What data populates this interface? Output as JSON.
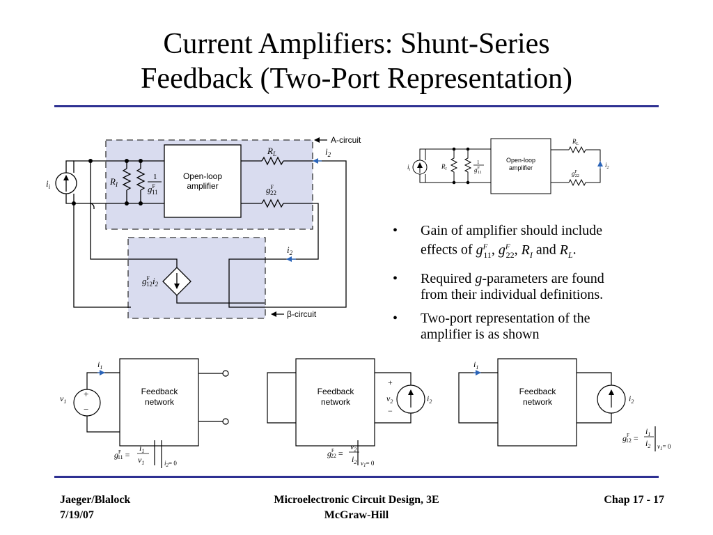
{
  "slide": {
    "title_line1": "Current Amplifiers: Shunt-Series",
    "title_line2": "Feedback (Two-Port Representation)"
  },
  "main_circuit": {
    "a_circuit_label": "A-circuit",
    "beta_circuit_label": "β-circuit",
    "amp_line1": "Open-loop",
    "amp_line2": "amplifier",
    "source": "i",
    "source_sub": "i",
    "ri": "R",
    "ri_sub": "I",
    "g11_num": "1",
    "g11": "g",
    "g11_sub": "11",
    "g11_sup": "F",
    "rl": "R",
    "rl_sub": "L",
    "g22": "g",
    "g22_sub": "22",
    "g22_sup": "F",
    "i2": "i",
    "i2_sub": "2",
    "dep_g": "g",
    "dep_sub": "12",
    "dep_sup": "F",
    "dep_i": "i",
    "dep_i_sub": "2"
  },
  "small_circuit": {
    "amp_line1": "Open-loop",
    "amp_line2": "amplifier",
    "source": "i",
    "source_sub": "i",
    "ri": "R",
    "ri_sub": "I",
    "g11_num": "1",
    "g11": "g",
    "g11_sub": "11",
    "g11_sup": "F",
    "rl": "R",
    "rl_sub": "L",
    "g22": "g",
    "g22_sub": "22",
    "g22_sup": "F",
    "i2": "i",
    "i2_sub": "2"
  },
  "bullets": {
    "b1_text1": "Gain of amplifier should include",
    "b1_text2": "effects of",
    "b1_g11": "g",
    "b1_g11_sub": "11",
    "b1_g11_sup": "F",
    "b1_g22": "g",
    "b1_g22_sub": "22",
    "b1_g22_sup": "F",
    "b1_ri": "R",
    "b1_ri_sub": "I",
    "b1_and": "and",
    "b1_rl": "R",
    "b1_rl_sub": "L",
    "b2_text1": "Required",
    "b2_g": "g",
    "b2_text2": "-parameters are found",
    "b2_text3": "from their individual definitions.",
    "b3_text1": "Two-port representation of the",
    "b3_text2": "amplifier is as shown",
    "bullet_char": "•"
  },
  "feedback_networks": {
    "box_line1": "Feedback",
    "box_line2": "network",
    "c1_i": "i",
    "c1_i_sub": "1",
    "c1_v": "v",
    "c1_v_sub": "1",
    "c1_plus": "+",
    "c1_minus": "−",
    "c1_eq_g": "g",
    "c1_eq_g_sub": "11",
    "c1_eq_g_sup": "F",
    "c1_eq_num": "i",
    "c1_eq_num_sub": "1",
    "c1_eq_den": "v",
    "c1_eq_den_sub": "1",
    "c1_eq_cond": "i",
    "c1_eq_cond_sub": "2",
    "c1_eq_cond_val": "= 0",
    "c2_plus": "+",
    "c2_minus": "−",
    "c2_v": "v",
    "c2_v_sub": "2",
    "c2_i": "i",
    "c2_i_sub": "2",
    "c2_eq_g": "g",
    "c2_eq_g_sub": "22",
    "c2_eq_g_sup": "F",
    "c2_eq_num": "v",
    "c2_eq_num_sub": "2",
    "c2_eq_den": "i",
    "c2_eq_den_sub": "2",
    "c2_eq_cond": "v",
    "c2_eq_cond_sub": "1",
    "c2_eq_cond_val": "= 0",
    "c3_i1": "i",
    "c3_i1_sub": "1",
    "c3_i2": "i",
    "c3_i2_sub": "2",
    "c3_eq_g": "g",
    "c3_eq_g_sub": "12",
    "c3_eq_g_sup": "F",
    "c3_eq_num": "i",
    "c3_eq_num_sub": "1",
    "c3_eq_den": "i",
    "c3_eq_den_sub": "2",
    "c3_eq_cond": "v",
    "c3_eq_cond_sub": "1",
    "c3_eq_cond_val": "= 0"
  },
  "footer": {
    "authors": "Jaeger/Blalock",
    "date": "7/19/07",
    "book": "Microelectronic Circuit Design, 3E",
    "publisher": "McGraw-Hill",
    "chapter": "Chap 17 - 17"
  },
  "colors": {
    "rule": "#2e3192",
    "shade": "#d9dcef",
    "arrow": "#2b64b8"
  }
}
